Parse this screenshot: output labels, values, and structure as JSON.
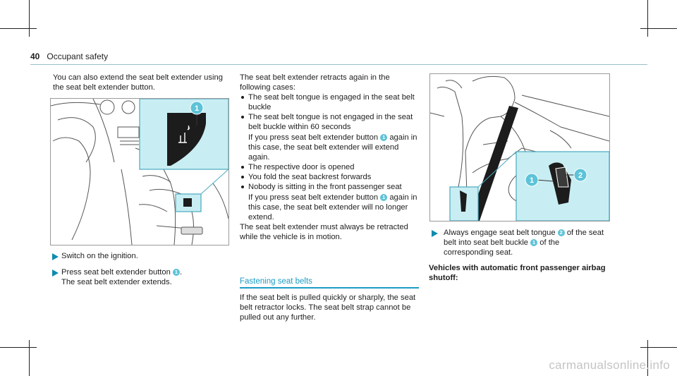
{
  "header": {
    "page_number": "40",
    "section": "Occupant safety"
  },
  "col1": {
    "intro": "You can also extend the seat belt extender using the seat belt extender button.",
    "figure1": {
      "callout_1": "1"
    },
    "step1": "Switch on the ignition.",
    "step2_prefix": "Press seat belt extender button",
    "step2_marker": "1",
    "step2_suffix": ".",
    "step2_result": "The seat belt extender extends."
  },
  "col2": {
    "intro": "The seat belt extender retracts again in the following cases:",
    "b1": "The seat belt tongue is engaged in the seat belt buckle",
    "b2": "The seat belt tongue is not engaged in the seat belt buckle within 60 seconds",
    "b2_sub_prefix": "If you press seat belt extender button",
    "b2_sub_marker": "1",
    "b2_sub_suffix": "again in this case, the seat belt extender will extend again.",
    "b3": "The respective door is opened",
    "b4": "You fold the seat backrest forwards",
    "b5": "Nobody is sitting in the front passenger seat",
    "b5_sub_prefix": "If you press seat belt extender button",
    "b5_sub_marker": "1",
    "b5_sub_suffix": "again in this case, the seat belt extender will no longer extend.",
    "closing": "The seat belt extender must always be retracted while the vehicle is in motion.",
    "section_title": "Fastening seat belts",
    "section_body": "If the seat belt is pulled quickly or sharply, the seat belt retractor locks. The seat belt strap cannot be pulled out any further."
  },
  "col3": {
    "figure2": {
      "callout_1": "1",
      "callout_2": "2"
    },
    "step_prefix": "Always engage seat belt tongue",
    "step_marker_2": "2",
    "step_mid": "of the seat belt into seat belt buckle",
    "step_marker_1": "1",
    "step_suffix": "of the corresponding seat.",
    "heading": "Vehicles with automatic front passenger airbag shutoff:"
  },
  "footer": {
    "watermark": "carmanualsonline.info"
  },
  "colors": {
    "accent": "#1b9bc4",
    "arrow": "#0f8bb0",
    "callout": "#5cc3d8",
    "panel": "#c8eef3"
  }
}
